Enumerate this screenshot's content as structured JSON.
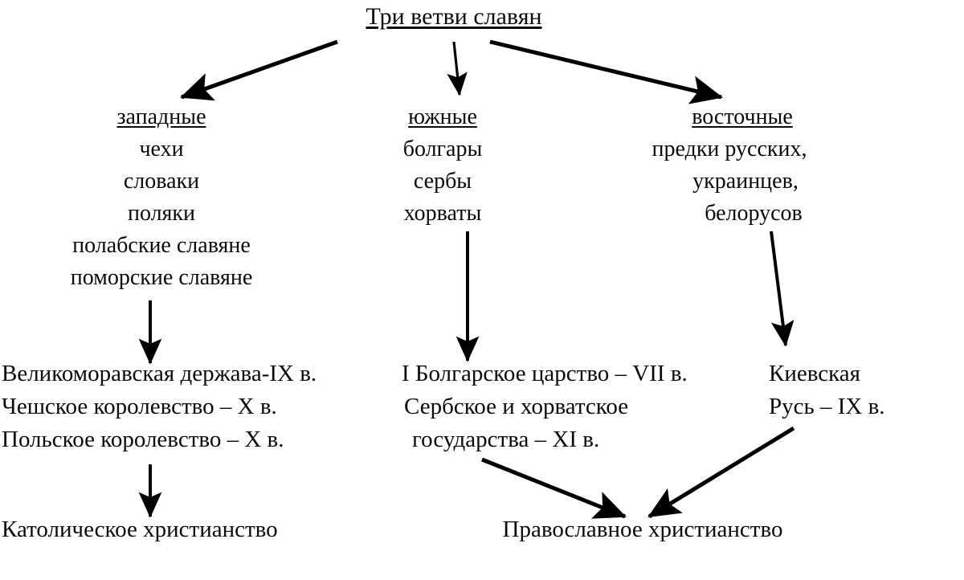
{
  "diagram": {
    "title": "Три ветви славян",
    "branches": [
      {
        "id": "west",
        "heading": "западные",
        "peoples": [
          "чехи",
          "словаки",
          "поляки",
          "полабские славяне",
          "поморские славяне"
        ],
        "states": [
          "Великоморавская держава-IX в.",
          "Чешское королевство – X в.",
          "Польское королевство – X в."
        ]
      },
      {
        "id": "south",
        "heading": "южные",
        "peoples": [
          "болгары",
          "сербы",
          "хорваты"
        ],
        "states": [
          "I Болгарское царство – VII в.",
          "Сербское и хорватское",
          "государства – XI в."
        ]
      },
      {
        "id": "east",
        "heading": "восточные",
        "peoples": [
          "предки русских,",
          "украинцев,",
          "белорусов"
        ],
        "states": [
          "Киевская",
          "Русь – IX в."
        ]
      }
    ],
    "outcomes": [
      {
        "id": "catholic",
        "label": "Католическое христианство"
      },
      {
        "id": "orthodox",
        "label": "Православное христианство"
      }
    ],
    "colors": {
      "ink": "#0b0b0b",
      "background": "#ffffff",
      "arrow": "#000000"
    }
  }
}
